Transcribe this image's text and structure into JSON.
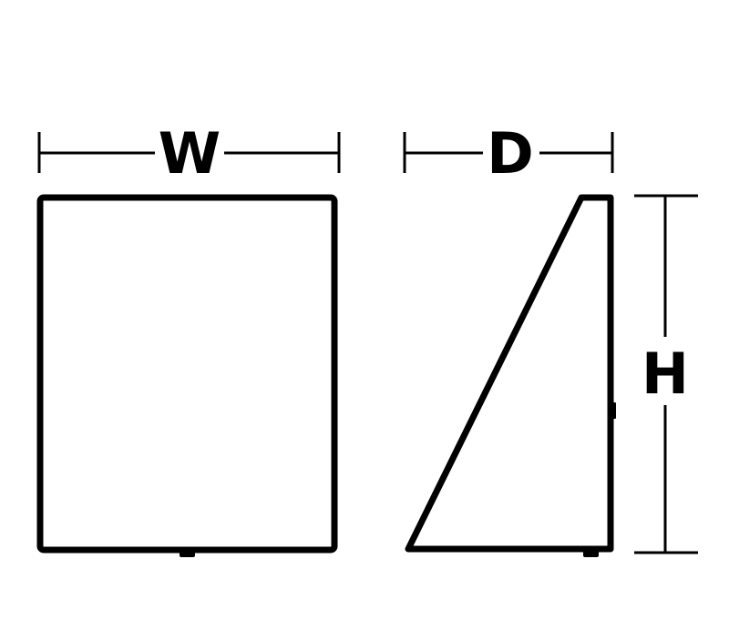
{
  "labels": {
    "width": "W",
    "depth": "D",
    "height": "H"
  },
  "colors": {
    "stroke": "#000000",
    "background": "#ffffff"
  }
}
